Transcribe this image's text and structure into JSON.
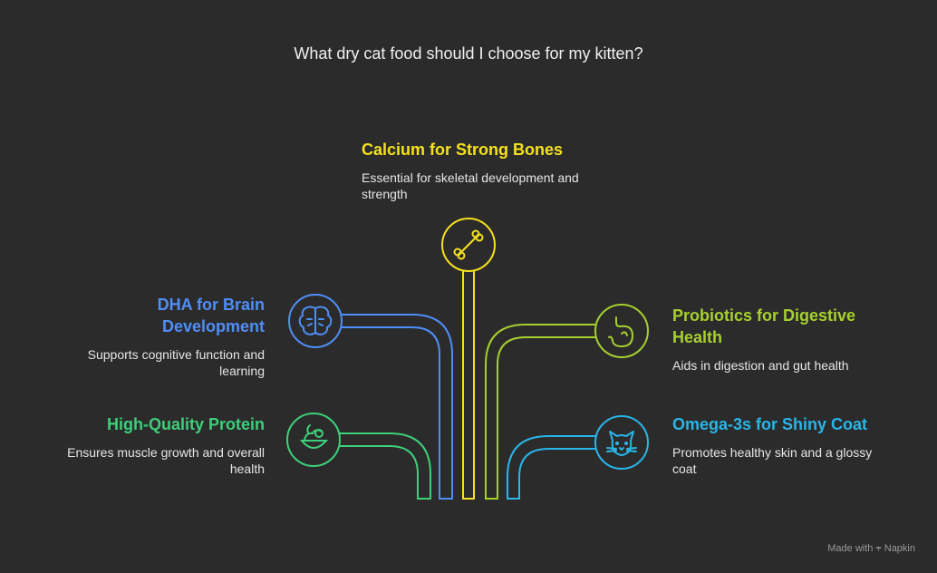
{
  "title": "What dry cat food should I choose for my kitten?",
  "items": [
    {
      "id": "calcium",
      "heading": "Calcium for Strong Bones",
      "description": "Essential for skeletal development and strength",
      "color": "#f5e11d",
      "icon": "bone-icon"
    },
    {
      "id": "dha",
      "heading": "DHA for Brain Development",
      "description": "Supports cognitive function and learning",
      "color": "#4f8ef7",
      "icon": "brain-icon"
    },
    {
      "id": "protein",
      "heading": "High-Quality Protein",
      "description": "Ensures muscle growth and overall health",
      "color": "#3ecf7a",
      "icon": "food-bowl-icon"
    },
    {
      "id": "probiotics",
      "heading": "Probiotics for Digestive Health",
      "description": "Aids in digestion and gut health",
      "color": "#a6d02e",
      "icon": "stomach-icon"
    },
    {
      "id": "omega",
      "heading": "Omega-3s for Shiny Coat",
      "description": "Promotes healthy skin and a glossy coat",
      "color": "#29b6e8",
      "icon": "cat-icon"
    }
  ],
  "footer": {
    "made_with": "Made with",
    "brand": "Napkin"
  }
}
